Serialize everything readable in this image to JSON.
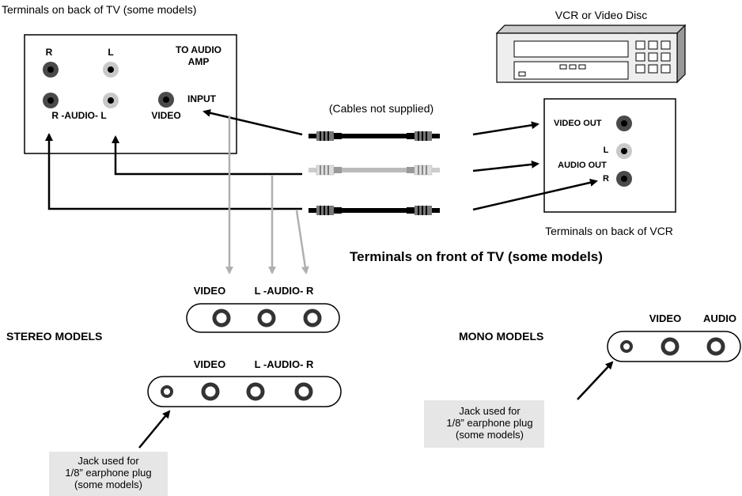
{
  "tv_back": {
    "caption": "Terminals on back of TV (some models)",
    "r_top": "R",
    "l_top": "L",
    "to_audio_line1": "TO AUDIO",
    "to_audio_line2": "AMP",
    "input": "INPUT",
    "audio_row": "R -AUDIO- L",
    "video": "VIDEO"
  },
  "vcr": {
    "title": "VCR or Video Disc",
    "video_out": "VIDEO OUT",
    "l": "L",
    "audio_out": "AUDIO OUT",
    "r": "R",
    "caption": "Terminals on back of VCR"
  },
  "cables_note": "(Cables not supplied)",
  "front_title": "Terminals on front of TV (some models)",
  "stereo": {
    "title": "STEREO MODELS",
    "video_top": "VIDEO",
    "audio_top": "L -AUDIO- R",
    "video_bottom": "VIDEO",
    "audio_bottom": "L -AUDIO- R",
    "jack_line1": "Jack used for",
    "jack_line2": "1/8” earphone plug",
    "jack_line3": "(some models)"
  },
  "mono": {
    "title": "MONO MODELS",
    "video": "VIDEO",
    "audio": "AUDIO",
    "jack_line1": "Jack used for",
    "jack_line2": "1/8” earphone plug",
    "jack_line3": "(some models)"
  },
  "colors": {
    "jack_dark": "#4a4a4a",
    "jack_light": "#c8c8c8",
    "gray_arrow": "#b0b0b0",
    "note_box": "#e6e6e6"
  }
}
